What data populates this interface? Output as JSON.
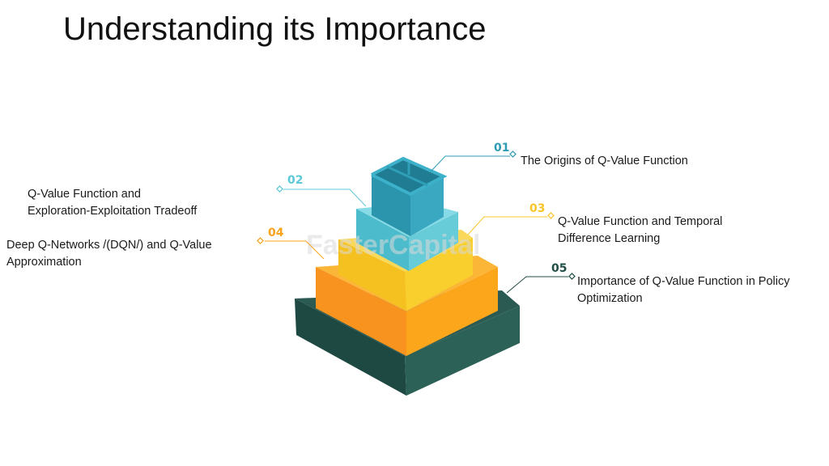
{
  "title": "Understanding its Importance",
  "watermark": "FasterCapital",
  "colors": {
    "teal_dark": "#2e9bb5",
    "teal_light": "#5cc8d8",
    "yellow": "#f7c52a",
    "orange": "#f9a21b",
    "green_dark": "#224d46"
  },
  "layers": [
    {
      "number": "01",
      "lines": [
        "The Origins of Q-Value Function"
      ],
      "color": "#2e9bb5"
    },
    {
      "number": "02",
      "lines": [
        "Q-Value Function and",
        "Exploration-Exploitation Tradeoff"
      ],
      "color": "#5cc8d8"
    },
    {
      "number": "03",
      "lines": [
        "Q-Value Function and Temporal",
        "Difference Learning"
      ],
      "color": "#f7c52a"
    },
    {
      "number": "04",
      "lines": [
        "Deep Q-Networks /(DQN/) and Q-Value",
        "Approximation"
      ],
      "color": "#f9a21b"
    },
    {
      "number": "05",
      "lines": [
        "Importance of Q-Value Function in Policy",
        "Optimization"
      ],
      "color": "#224d46"
    }
  ]
}
